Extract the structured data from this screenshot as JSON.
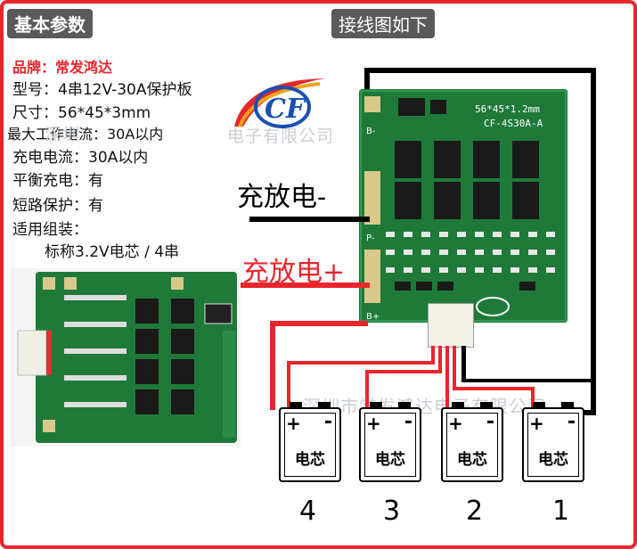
{
  "header": {
    "left_tag": "基本参数",
    "right_tag": "接线图如下"
  },
  "specs": {
    "brand": "品牌：常发鸿达",
    "model": "型号：4串12V-30A保护板",
    "size": "尺寸：56*45*3mm",
    "max_current": "最大工作电流：30A以内",
    "charge_current": "充电电流：30A以内",
    "balance": "平衡充电：有",
    "short_circuit": "短路保护：有",
    "pack_label": "适用组装：",
    "pack_value": "标称3.2V电芯 / 4串"
  },
  "logo": {
    "text": "CF"
  },
  "watermarks": {
    "top": "有限公司",
    "top_left_fragment": "深圳",
    "top_right_fragment": "电子有限公司",
    "bottom": "深圳市常发鸿达电子有限公司"
  },
  "diagram": {
    "neg_label": "充放电-",
    "pos_label": "充放电+",
    "board_silk_top": "CF-4S30A-A",
    "board_silk_top2": "56*45*1.2mm",
    "pad_b_minus": "B-",
    "pad_p_minus": "P-",
    "pad_b_plus": "B+"
  },
  "batteries": [
    {
      "plus": "+",
      "minus": "-",
      "name": "电芯",
      "number": "4"
    },
    {
      "plus": "+",
      "minus": "-",
      "name": "电芯",
      "number": "3"
    },
    {
      "plus": "+",
      "minus": "-",
      "name": "电芯",
      "number": "2"
    },
    {
      "plus": "+",
      "minus": "-",
      "name": "电芯",
      "number": "1"
    }
  ],
  "colors": {
    "frame": "#e8262d",
    "pcb": "#1f7a3a",
    "wire_red": "#e8262d",
    "wire_black": "#000000"
  }
}
